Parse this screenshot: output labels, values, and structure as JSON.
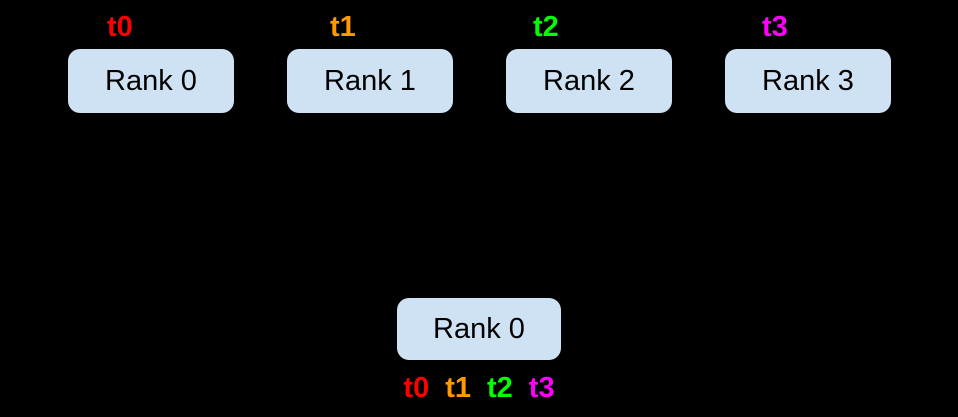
{
  "colors": {
    "background": "#000000",
    "box_fill": "#cfe2f3",
    "box_text": "#000000"
  },
  "top_row": {
    "ranks": [
      {
        "label": "Rank 0",
        "thread": {
          "label": "t0",
          "color": "#ff0000"
        }
      },
      {
        "label": "Rank 1",
        "thread": {
          "label": "t1",
          "color": "#ff9900"
        }
      },
      {
        "label": "Rank 2",
        "thread": {
          "label": "t2",
          "color": "#00ff00"
        }
      },
      {
        "label": "Rank 3",
        "thread": {
          "label": "t3",
          "color": "#ff00ff"
        }
      }
    ]
  },
  "bottom": {
    "rank_label": "Rank 0",
    "threads": [
      {
        "label": "t0",
        "color": "#ff0000"
      },
      {
        "label": "t1",
        "color": "#ff9900"
      },
      {
        "label": "t2",
        "color": "#00ff00"
      },
      {
        "label": "t3",
        "color": "#ff00ff"
      }
    ]
  }
}
